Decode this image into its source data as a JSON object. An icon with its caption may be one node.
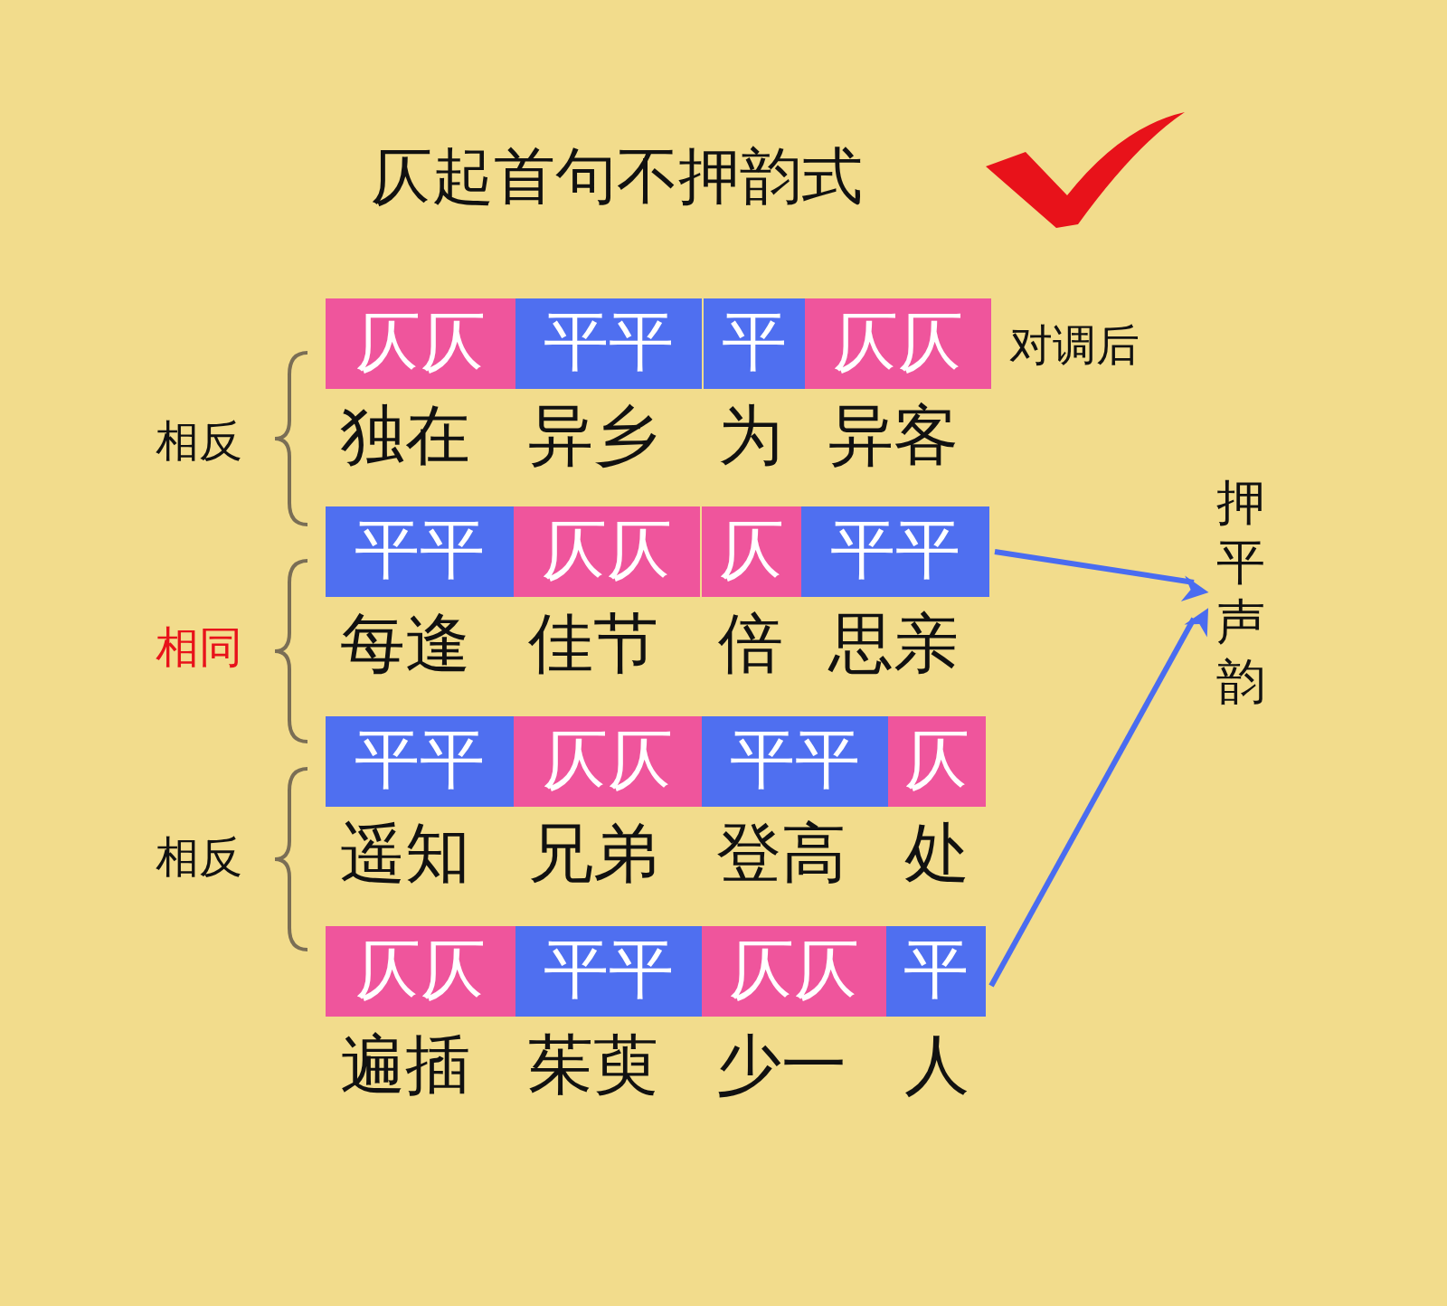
{
  "diagram": {
    "title": "仄起首句不押韵式",
    "nodes": [
      {
        "text": [
          "仄仄"
        ]
      },
      {
        "text": [
          "平平"
        ]
      },
      {
        "text": [
          "平"
        ]
      },
      {
        "text": [
          "仄仄"
        ]
      },
      {
        "text": [
          "平平"
        ]
      },
      {
        "text": [
          "仄仄"
        ]
      },
      {
        "text": [
          "仄"
        ]
      },
      {
        "text": [
          "平平"
        ]
      },
      {
        "text": [
          "平平"
        ]
      },
      {
        "text": [
          "仄仄"
        ]
      },
      {
        "text": [
          "平平"
        ]
      },
      {
        "text": [
          "仄"
        ]
      },
      {
        "text": [
          "仄仄"
        ]
      },
      {
        "text": [
          "平平"
        ]
      },
      {
        "text": [
          "仄仄"
        ]
      },
      {
        "text": [
          "平"
        ]
      },
      {
        "text": [
          "押平声韵"
        ]
      }
    ],
    "edges": [
      {
        "from": 7,
        "to": 16,
        "arrow": "to"
      },
      {
        "from": 15,
        "to": 16,
        "arrow": "to"
      }
    ],
    "labels": [
      "对调后",
      "相反",
      "独在",
      "异乡",
      "为",
      "异客",
      "相同",
      "每逢",
      "佳节",
      "倍",
      "思亲",
      "相反",
      "遥知",
      "兄弟",
      "登高",
      "处",
      "遍插",
      "茱萸",
      "少一",
      "人"
    ]
  }
}
